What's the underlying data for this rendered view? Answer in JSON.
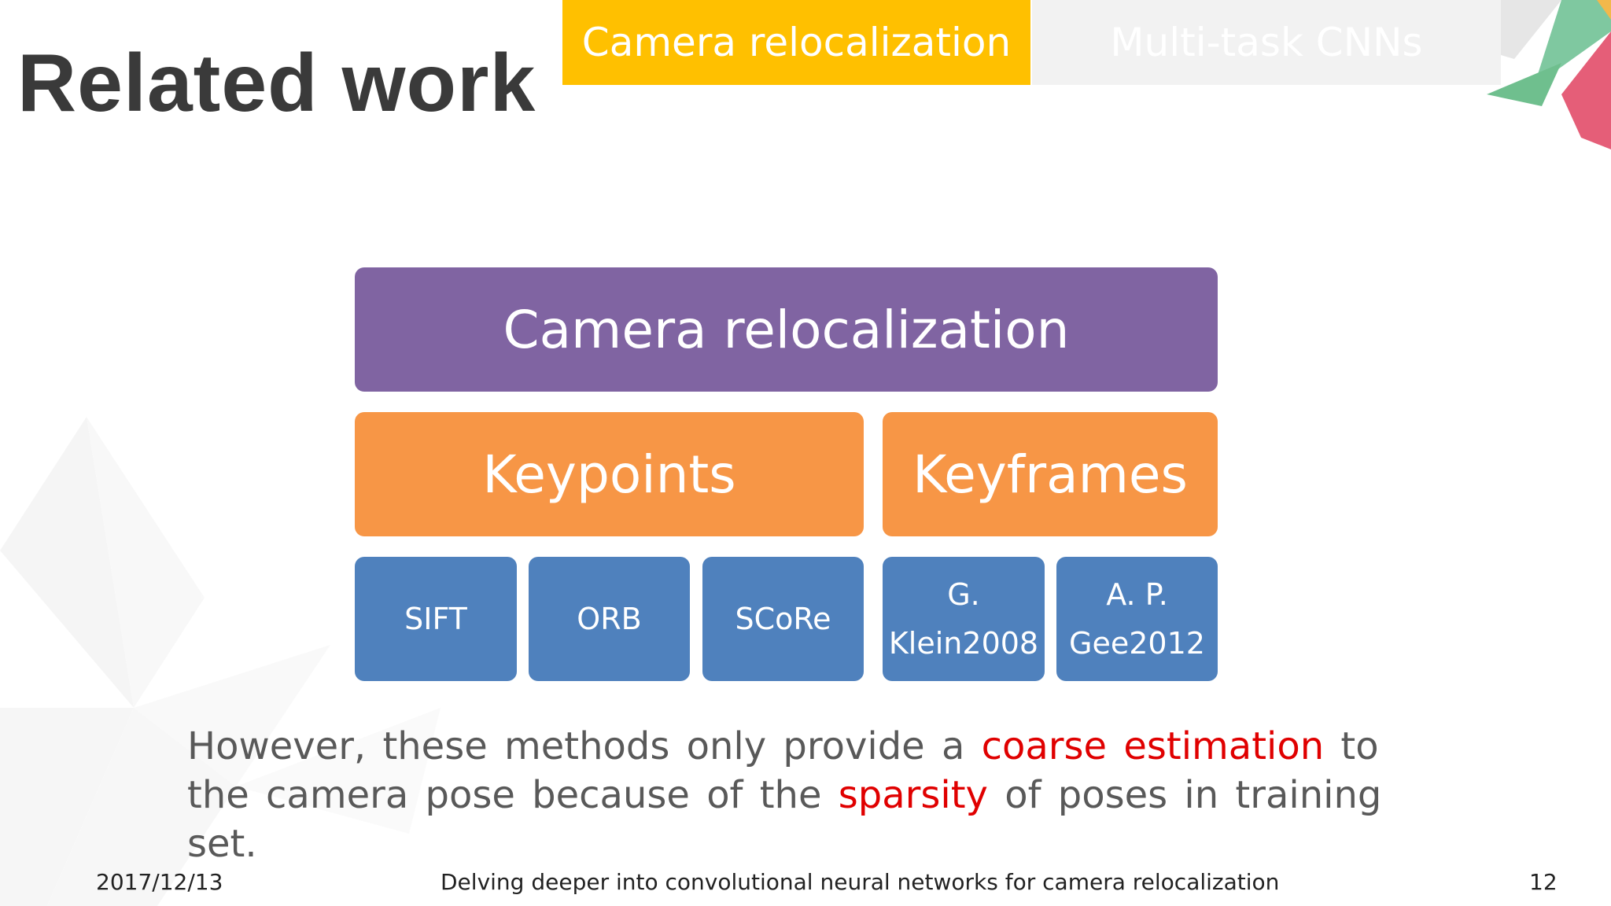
{
  "header": {
    "title": "Related work",
    "tabs": [
      {
        "label": "Camera relocalization",
        "active": true
      },
      {
        "label": "Multi-task CNNs",
        "active": false
      }
    ]
  },
  "diagram": {
    "root": "Camera relocalization",
    "categories": [
      "Keypoints",
      "Keyframes"
    ],
    "keypoint_methods": [
      "SIFT",
      "ORB",
      "SCoRe"
    ],
    "keyframe_methods": [
      {
        "line1": "G.",
        "line2": "Klein2008"
      },
      {
        "line1": "A. P.",
        "line2": "Gee2012"
      }
    ]
  },
  "caption": {
    "part1": "However, these methods only provide a ",
    "highlight1": "coarse estimation",
    "part2": " to the camera pose because of the ",
    "highlight2": "sparsity",
    "part3": " of poses in training set."
  },
  "footer": {
    "date": "2017/12/13",
    "paper_title": "Delving deeper into convolutional neural networks for camera relocalization",
    "page_number": "12"
  },
  "colors": {
    "tab_active": "#FFC000",
    "tab_inactive": "#F2F2F2",
    "root_box": "#8064A2",
    "category_box": "#F79646",
    "method_box": "#4F81BD",
    "highlight": "#E00000"
  }
}
